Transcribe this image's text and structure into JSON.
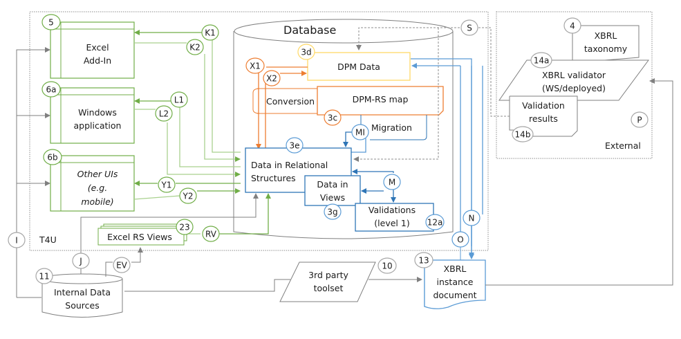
{
  "diagram": {
    "title": "T4U architecture diagram",
    "colors": {
      "green": "#70ad47",
      "green_light": "#a9d18e",
      "orange": "#ed7d31",
      "yellow": "#ffd966",
      "blue_dark": "#2e75b6",
      "blue_light": "#5b9bd5",
      "gray": "#7f7f7f",
      "gray_light": "#a6a6a6"
    },
    "regions": {
      "t4u": "T4U",
      "external": "External",
      "database": "Database"
    },
    "nodes": {
      "excel_addin": {
        "id": "5",
        "line1": "Excel",
        "line2": "Add-In"
      },
      "windows_app": {
        "id": "6a",
        "line1": "Windows",
        "line2": "application"
      },
      "other_uis": {
        "id": "6b",
        "line1": "Other UIs",
        "line2": "(e.g.",
        "line3": "mobile)"
      },
      "dpm_data": {
        "id": "3d",
        "label": "DPM Data"
      },
      "dpm_rs_map": {
        "id": "3c",
        "label": "DPM-RS map"
      },
      "conversion": {
        "label": "Conversion"
      },
      "migration": {
        "label": "Migration"
      },
      "relational": {
        "id": "3e",
        "line1": "Data in Relational",
        "line2": "Structures"
      },
      "views": {
        "id": "3g",
        "line1": "Data in",
        "line2": "Views"
      },
      "validations": {
        "id": "12a",
        "line1": "Validations",
        "line2": "(level 1)"
      },
      "excel_rs_views": {
        "id": "23",
        "label": "Excel RS Views"
      },
      "internal_sources": {
        "id": "11",
        "line1": "Internal Data",
        "line2": "Sources"
      },
      "third_party": {
        "id": "10",
        "line1": "3rd party",
        "line2": "toolset"
      },
      "xbrl_instance": {
        "id": "13",
        "line1": "XBRL",
        "line2": "instance",
        "line3": "document"
      },
      "xbrl_taxonomy": {
        "id": "4",
        "line1": "XBRL",
        "line2": "taxonomy"
      },
      "xbrl_validator": {
        "id": "14a",
        "line1": "XBRL validator",
        "line2": "(WS/deployed)"
      },
      "validation_results": {
        "id": "14b",
        "line1": "Validation",
        "line2": "results"
      }
    },
    "interfaces": {
      "K1": "K1",
      "K2": "K2",
      "L1": "L1",
      "L2": "L2",
      "Y1": "Y1",
      "Y2": "Y2",
      "X1": "X1",
      "X2": "X2",
      "MI": "MI",
      "M": "M",
      "S": "S",
      "N": "N",
      "O": "O",
      "RV": "RV",
      "EV": "EV",
      "J": "J",
      "I": "I",
      "P": "P"
    }
  }
}
